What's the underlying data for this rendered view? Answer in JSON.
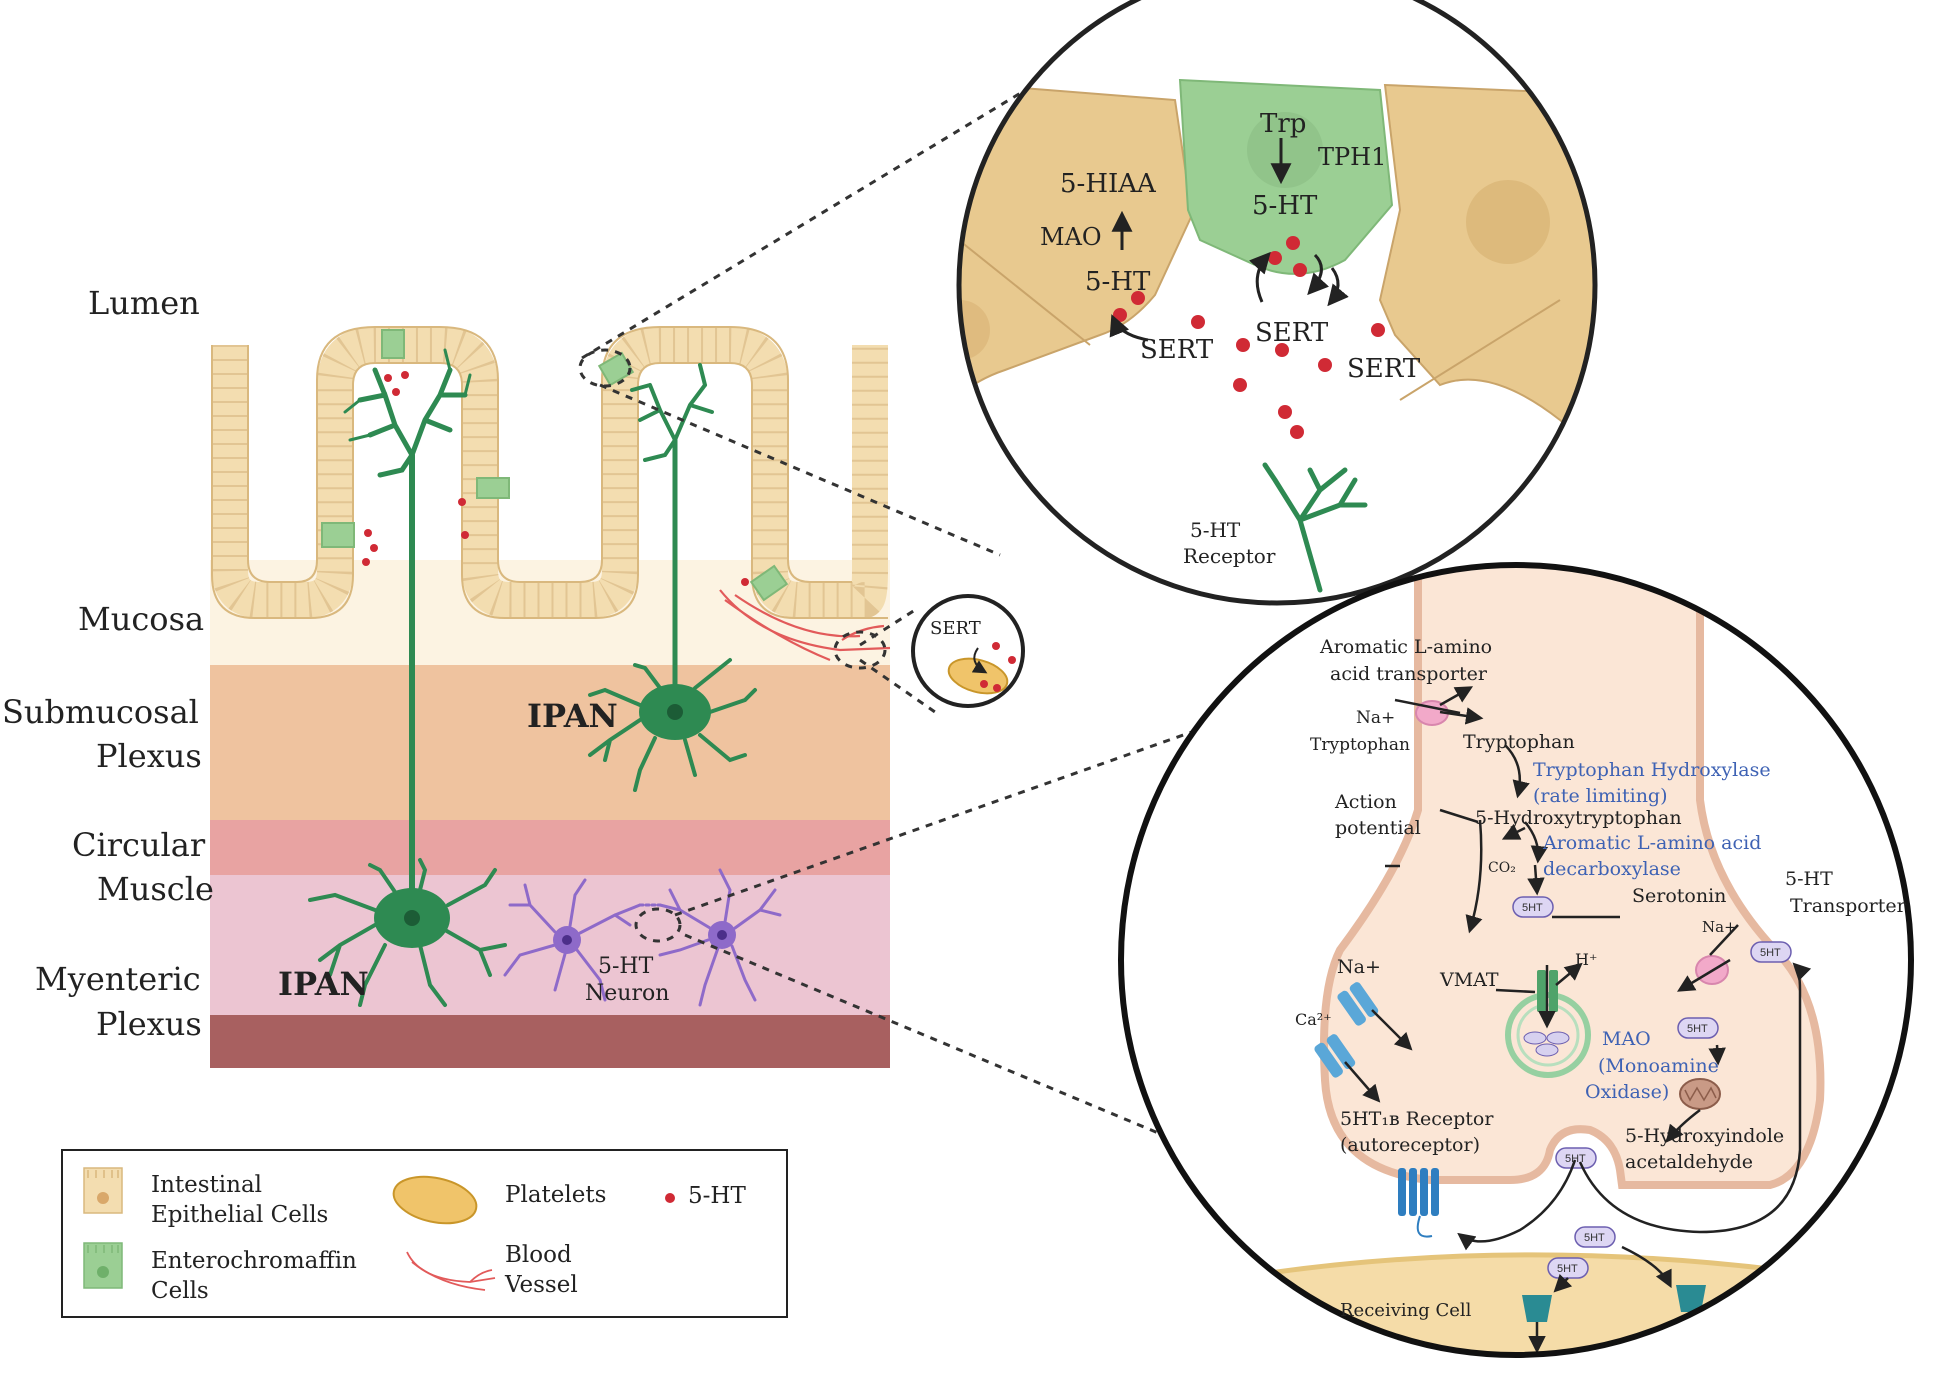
{
  "layers": {
    "lumen": "Lumen",
    "mucosa": "Mucosa",
    "submucosal_1": "Submucosal",
    "submucosal_2": "Plexus",
    "circular_1": "Circular",
    "circular_2": "Muscle",
    "myenteric_1": "Myenteric",
    "myenteric_2": "Plexus"
  },
  "tissue": {
    "ipan_top": "IPAN",
    "ipan_bottom": "IPAN",
    "neuron_1": "5-HT",
    "neuron_2": "Neuron"
  },
  "platelet_inset": {
    "sert": "SERT"
  },
  "top_inset": {
    "trp": "Trp",
    "tph1": "TPH1",
    "ht_center": "5-HT",
    "hiaa": "5-HIAA",
    "mao": "MAO",
    "ht_left": "5-HT",
    "sert_left": "SERT",
    "sert_center": "SERT",
    "sert_right": "SERT",
    "receptor_1": "5-HT",
    "receptor_2": "Receptor"
  },
  "bottom_inset": {
    "transporter_1": "Aromatic L-amino",
    "transporter_2": "acid transporter",
    "na_plus": "Na+",
    "tryptophan_left": "Tryptophan",
    "tryptophan": "Tryptophan",
    "tph_1": "Tryptophan Hydroxylase",
    "tph_2": "(rate limiting)",
    "action_1": "Action",
    "action_2": "potential",
    "hydroxytryptophan": "5-Hydroxytryptophan",
    "aadc_1": "Aromatic L-amino acid",
    "aadc_2": "decarboxylase",
    "co2": "CO₂",
    "serotonin": "Serotonin",
    "ht_transporter_1": "5-HT",
    "ht_transporter_2": "Transporter",
    "na_plus_channel": "Na+",
    "na_plus_sert": "Na+",
    "h_plus": "H⁺",
    "vmat": "VMAT",
    "ca": "Ca²⁺",
    "mao_1": "MAO",
    "mao_2": "(Monoamine",
    "mao_3": "Oxidase)",
    "receptor_1": "5HT₁ʙ Receptor",
    "receptor_2": "(autoreceptor)",
    "hydroxyindole_1": "5-Hydroxyindole",
    "hydroxyindole_2": "acetaldehyde",
    "receiving_cell": "Receiving Cell",
    "pill": "5HT"
  },
  "legend": {
    "epithelial_1": "Intestinal",
    "epithelial_2": "Epithelial Cells",
    "entero_1": "Enterochromaffin",
    "entero_2": "Cells",
    "platelets": "Platelets",
    "ht": "5-HT",
    "blood_1": "Blood",
    "blood_2": "Vessel"
  },
  "colors": {
    "epithelium": "#f3ddb0",
    "enterochromaffin": "#9bcf94",
    "submucosa": "#efc39f",
    "circular_muscle": "#e8a3a2",
    "myenteric": "#ecc5d2",
    "serosa": "#a86060",
    "neuron_green": "#2e8a52",
    "neuron_purple": "#8e6ac9",
    "serotonin_dot": "#d02a35",
    "enzyme_blue": "#3e62b4"
  }
}
